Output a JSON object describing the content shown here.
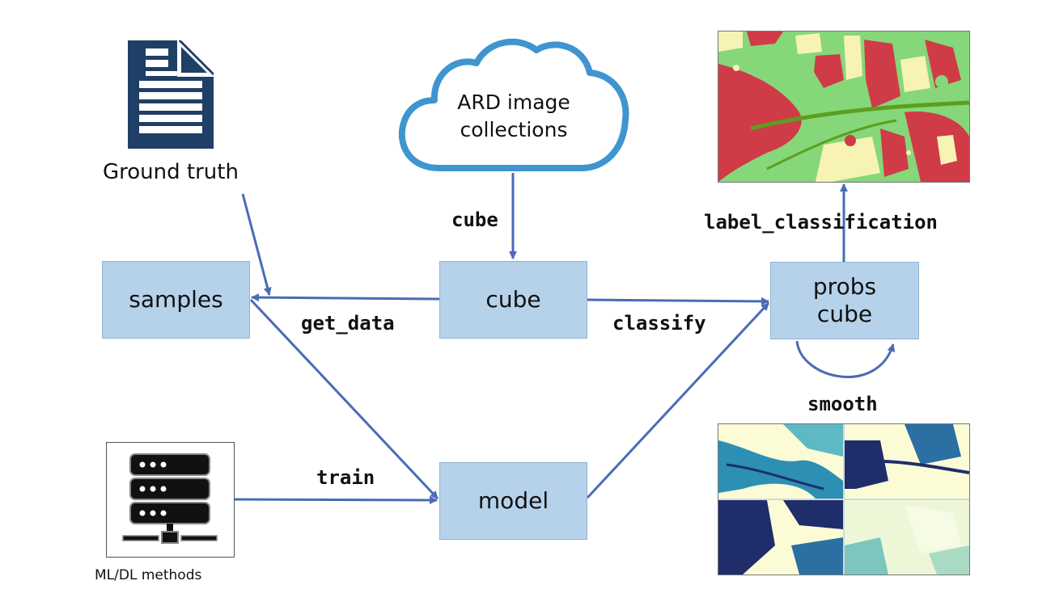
{
  "nodes": {
    "samples": "samples",
    "cube": "cube",
    "probs_cube_line1": "probs",
    "probs_cube_line2": "cube",
    "model": "model"
  },
  "cloud": {
    "line1": "ARD image",
    "line2": "collections"
  },
  "labels": {
    "ground_truth": "Ground truth",
    "ml_dl_methods": "ML/DL methods"
  },
  "functions": {
    "cube": "cube",
    "get_data": "get_data",
    "classify": "classify",
    "train": "train",
    "label_classification": "label_classification",
    "smooth": "smooth"
  },
  "colors": {
    "box_fill": "#b6d2ea",
    "arrow": "#4a6bb5",
    "cloud_stroke": "#3f95cf",
    "doc_icon": "#1f3f66",
    "class_forest": "#d03b48",
    "class_green": "#86d77a",
    "class_dark_green": "#5d9e1f",
    "class_cream": "#f6f3b4",
    "prob_low": "#fbfcd6",
    "prob_high": "#1f2d6b"
  },
  "icons": {
    "document": "document-icon",
    "cloud": "cloud-icon",
    "server": "server-icon"
  }
}
